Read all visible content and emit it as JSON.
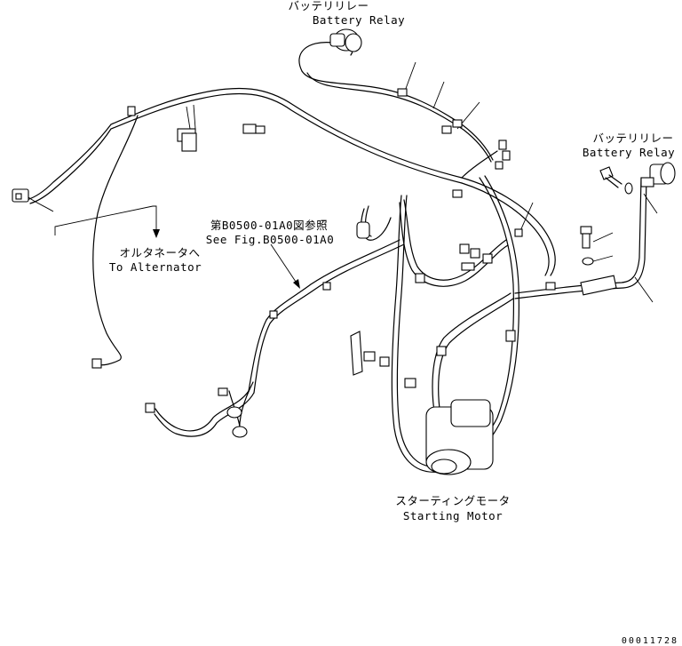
{
  "labels": {
    "battery_relay_top_jp": "バッテリリレー",
    "battery_relay_top_en": "Battery Relay",
    "battery_relay_right_jp": "バッテリリレー",
    "battery_relay_right_en": "Battery Relay",
    "see_fig_jp": "第B0500-01A0図参照",
    "see_fig_en": "See Fig.B0500-01A0",
    "alternator_jp": "オルタネータへ",
    "alternator_en": "To Alternator",
    "starting_motor_jp": "スターティングモータ",
    "starting_motor_en": "Starting Motor",
    "drawing_number": "00011728"
  }
}
